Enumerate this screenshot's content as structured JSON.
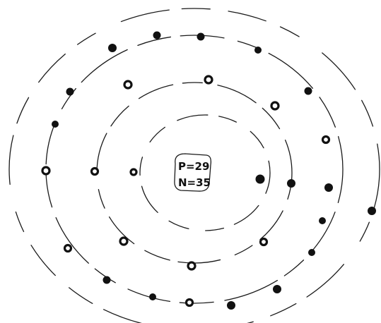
{
  "nucleus": {
    "protons_label": "P=29",
    "neutrons_label": "N=35"
  },
  "shells": [
    {
      "name": "shell-1",
      "electrons": 2
    },
    {
      "name": "shell-2",
      "electrons": 8
    },
    {
      "name": "shell-3",
      "electrons": 18
    },
    {
      "name": "shell-4",
      "electrons": 1
    }
  ],
  "colors": {
    "ink": "#111111",
    "background": "#ffffff"
  }
}
